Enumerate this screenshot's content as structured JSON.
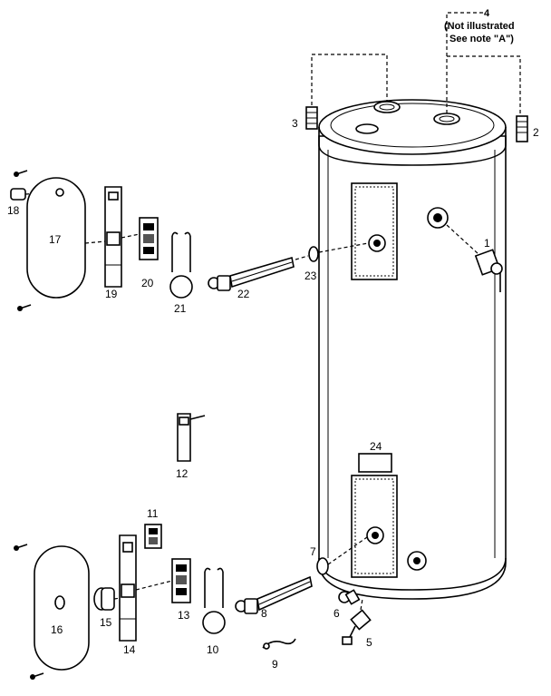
{
  "note": {
    "number": "4",
    "line1": "(Not illustrated",
    "line2": "See note \"A\")"
  },
  "labels": {
    "p1": "1",
    "p2": "2",
    "p3": "3",
    "p5": "5",
    "p6": "6",
    "p7": "7",
    "p8": "8",
    "p9": "9",
    "p10": "10",
    "p11": "11",
    "p12": "12",
    "p13": "13",
    "p14": "14",
    "p15": "15",
    "p16": "16",
    "p17": "17",
    "p18": "18",
    "p19": "19",
    "p20": "20",
    "p21": "21",
    "p22": "22",
    "p23": "23",
    "p24": "24"
  }
}
